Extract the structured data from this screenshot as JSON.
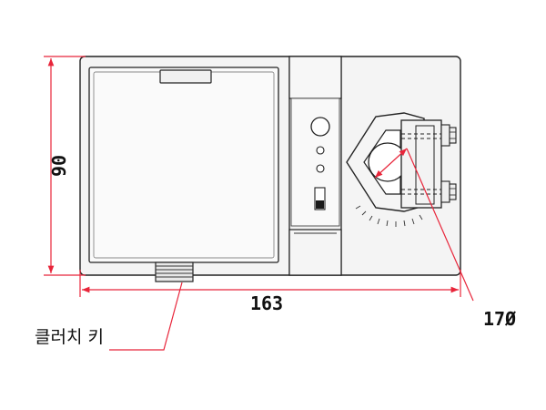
{
  "dimensions": {
    "height": "90",
    "width": "163",
    "diameter": "17Ø"
  },
  "callouts": {
    "clutch_key": "클러치 키"
  },
  "colors": {
    "dimension_line": "#e8253a",
    "outline": "#222222",
    "panel_fill": "#f2f2f2",
    "dark_fill": "#1a1a1a"
  }
}
